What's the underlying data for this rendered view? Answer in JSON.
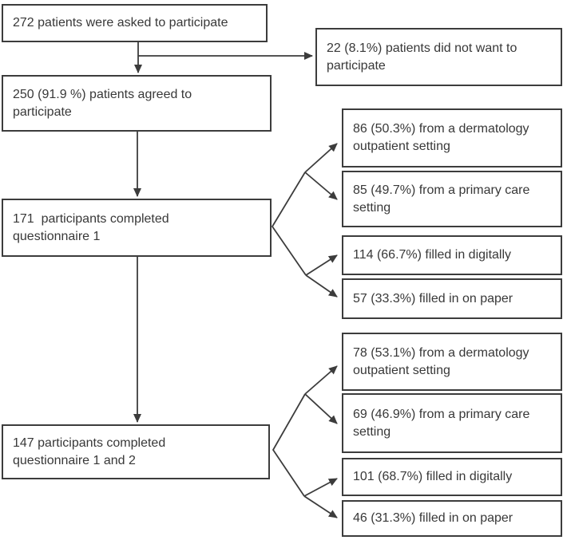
{
  "diagram_type": "patient-recruitment-flowchart",
  "colors": {
    "border": "#3c3c3c",
    "text": "#383838",
    "background": "#ffffff",
    "connector": "#3c3c3c"
  },
  "boxes": {
    "asked": {
      "text": "272 patients were asked to participate"
    },
    "declined": {
      "text": "22 (8.1%) patients did not want to\nparticipate"
    },
    "agreed": {
      "text": "250 (91.9 %) patients agreed to\nparticipate"
    },
    "q1": {
      "text": "171  participants completed\nquestionnaire 1"
    },
    "q1_derm": {
      "text": "86 (50.3%) from a dermatology\noutpatient setting"
    },
    "q1_primary": {
      "text": "85 (49.7%) from a primary care\nsetting"
    },
    "q1_digital": {
      "text": "114 (66.7%) filled in digitally"
    },
    "q1_paper": {
      "text": "57 (33.3%) filled in on paper"
    },
    "q12": {
      "text": "147 participants completed\nquestionnaire 1 and 2"
    },
    "q12_derm": {
      "text": "78 (53.1%) from a dermatology\noutpatient setting"
    },
    "q12_primary": {
      "text": "69 (46.9%) from a primary care\nsetting"
    },
    "q12_digital": {
      "text": "101 (68.7%) filled in digitally"
    },
    "q12_paper": {
      "text": "46 (31.3%) filled in on paper"
    }
  }
}
